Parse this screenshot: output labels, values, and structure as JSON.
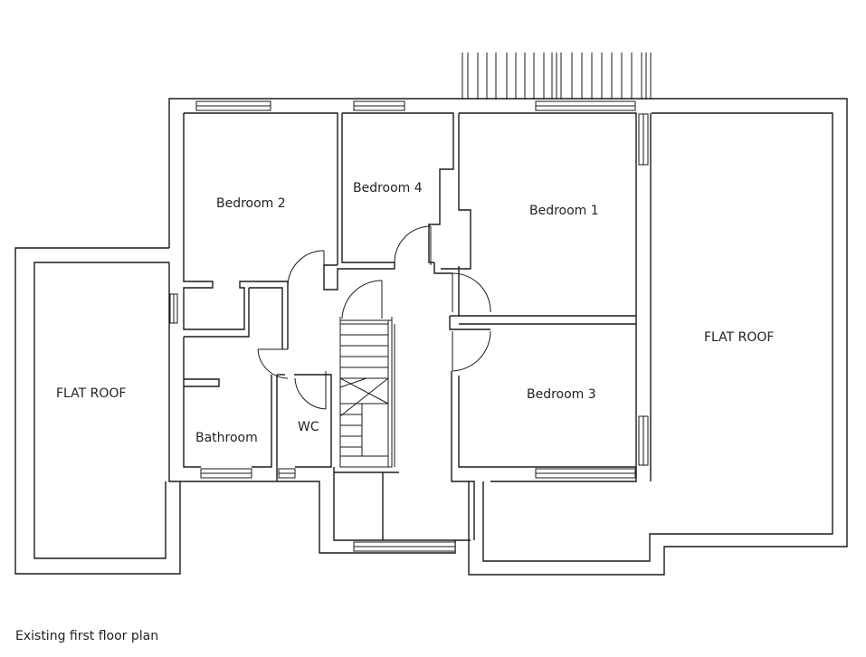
{
  "rooms": {
    "bedroom_1": "Bedroom 1",
    "bedroom_2": "Bedroom 2",
    "bedroom_3": "Bedroom 3",
    "bedroom_4": "Bedroom 4",
    "bathroom": "Bathroom",
    "wc": "WC",
    "flat_roof_left": "FLAT ROOF",
    "flat_roof_right": "FLAT ROOF"
  },
  "caption": "Existing first floor plan",
  "colors": {
    "line": "#1a1a1a",
    "text": "#222222",
    "background": "#ffffff"
  }
}
